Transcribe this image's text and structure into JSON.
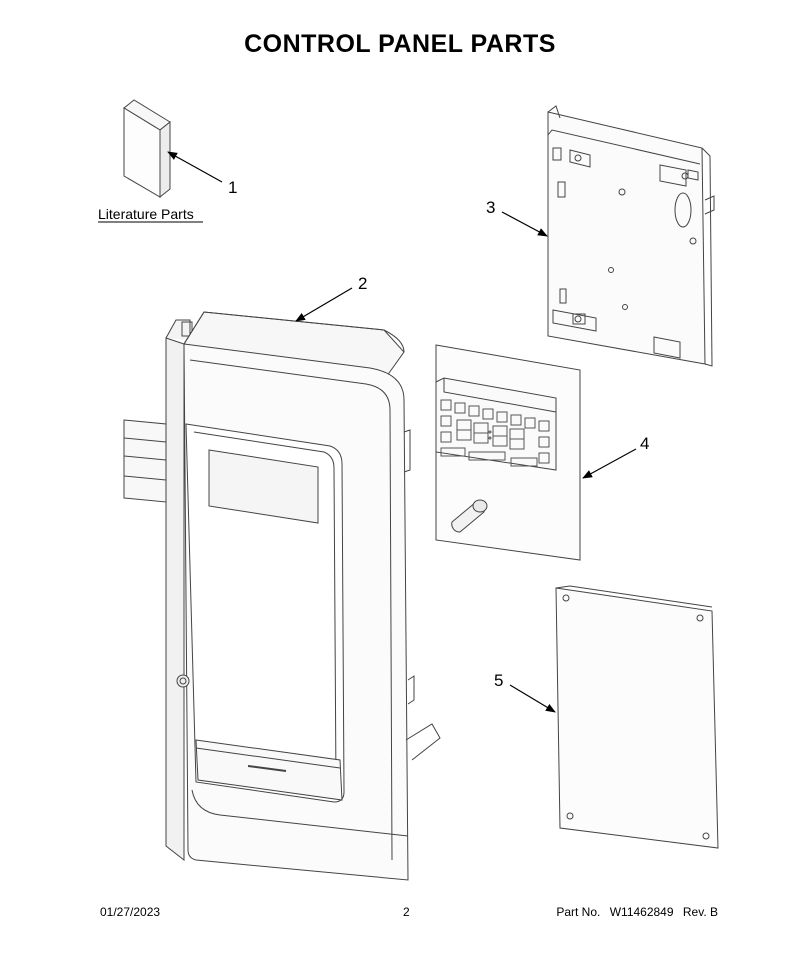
{
  "title": "CONTROL PANEL PARTS",
  "literature_label": "Literature Parts",
  "callouts": [
    {
      "id": "1",
      "label": "1"
    },
    {
      "id": "2",
      "label": "2"
    },
    {
      "id": "3",
      "label": "3"
    },
    {
      "id": "4",
      "label": "4"
    },
    {
      "id": "5",
      "label": "5"
    }
  ],
  "footer": {
    "date": "01/27/2023",
    "page": "2",
    "part_prefix": "Part No.",
    "part_number": "W11462849",
    "rev": "Rev. B"
  }
}
